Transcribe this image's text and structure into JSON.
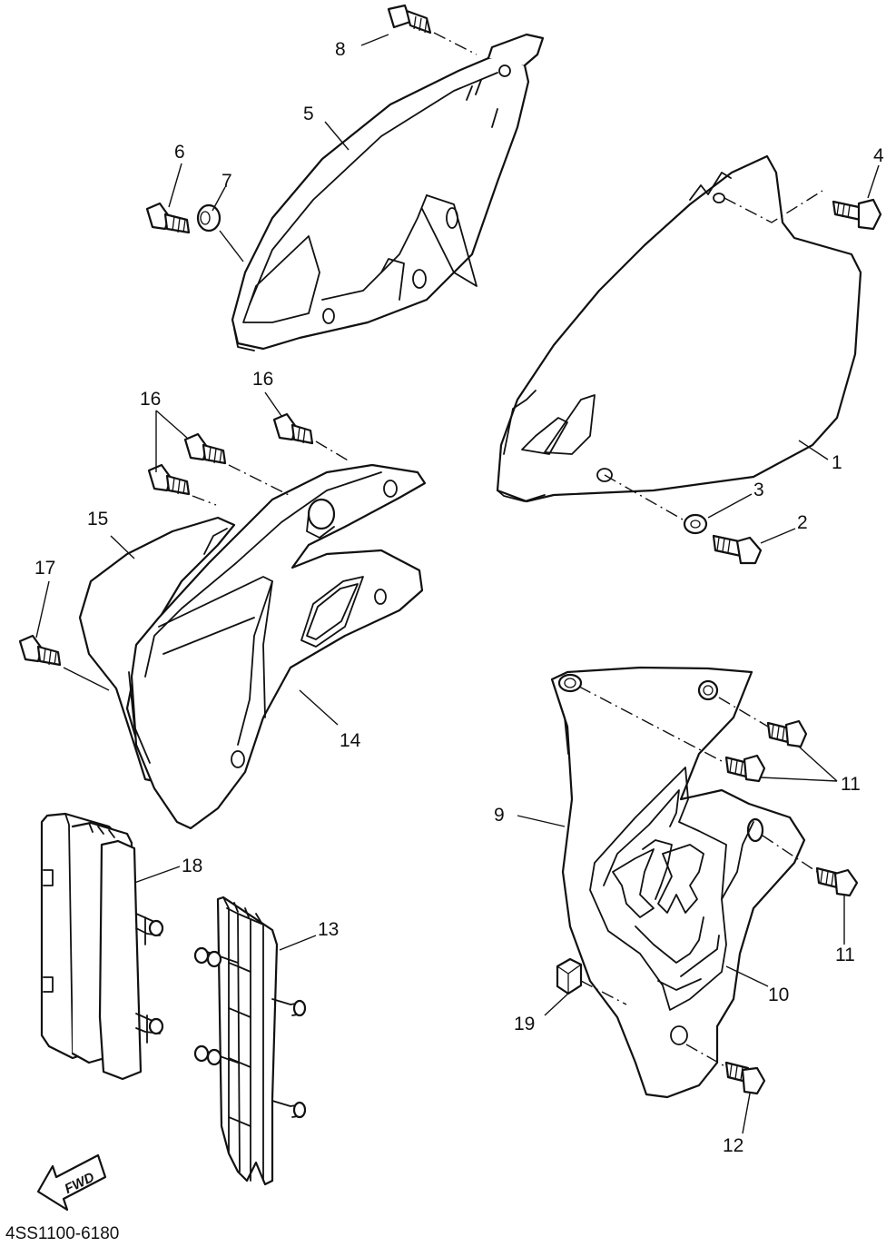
{
  "diagram": {
    "labels": {
      "p1": "1",
      "p2": "2",
      "p3": "3",
      "p4": "4",
      "p5": "5",
      "p6": "6",
      "p7": "7",
      "p8": "8",
      "p9": "9",
      "p10": "10",
      "p11a": "11",
      "p11b": "11",
      "p12": "12",
      "p13": "13",
      "p14": "14",
      "p15": "15",
      "p16a": "16",
      "p16b": "16",
      "p17": "17",
      "p18": "18",
      "p19": "19"
    },
    "fwd_label": "FWD",
    "drawing_code": "4SS1100-6180",
    "colors": {
      "ink": "#111111",
      "paper": "#ffffff"
    }
  }
}
